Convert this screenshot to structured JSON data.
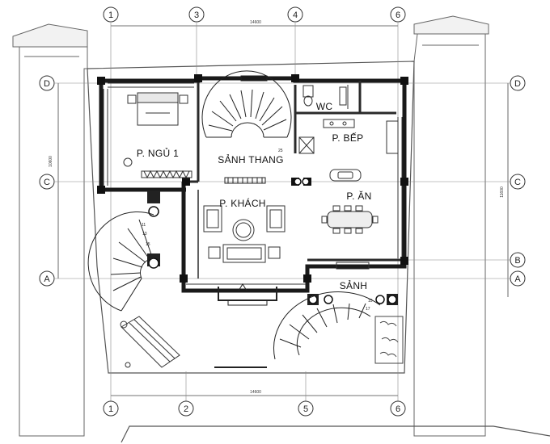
{
  "grid": {
    "top_labels": [
      "1",
      "3",
      "4",
      "6"
    ],
    "bottom_labels": [
      "1",
      "2",
      "5",
      "6"
    ],
    "left_labels": [
      "D",
      "C",
      "A"
    ],
    "right_labels": [
      "D",
      "C",
      "B",
      "A"
    ]
  },
  "dimensions": {
    "top_total": "14600",
    "bottom_total": "14600",
    "left_total": "10600",
    "right_total": "11600"
  },
  "rooms": {
    "bedroom": "P. NGỦ 1",
    "wc": "WC",
    "kitchen": "P. BẾP",
    "stair_hall": "SẢNH THANG",
    "living": "P. KHÁCH",
    "dining": "P. ĂN",
    "entrance": "SẢNH"
  },
  "stairs": {
    "main_last_step": "25",
    "left_steps": [
      "11",
      "13",
      "15"
    ],
    "right_steps": [
      "15",
      "17"
    ]
  }
}
